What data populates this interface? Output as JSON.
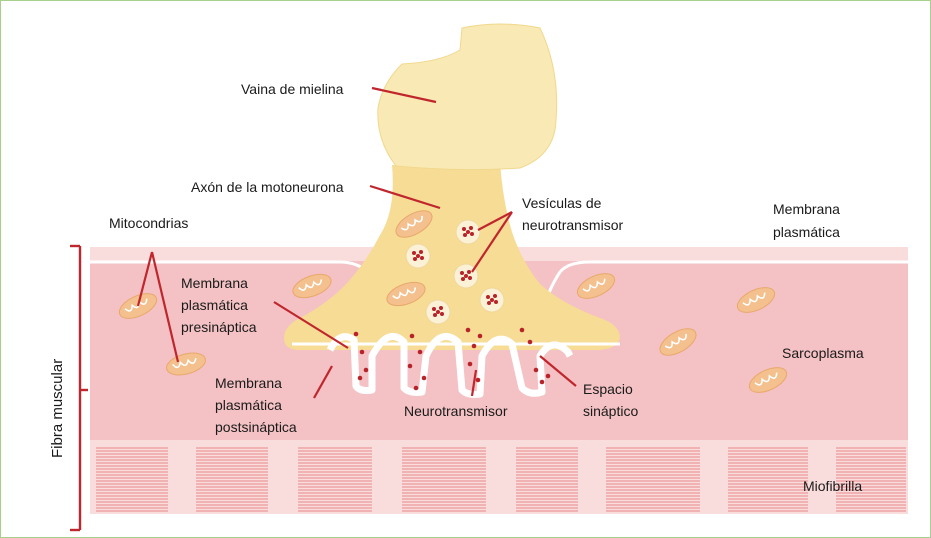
{
  "colors": {
    "frame_border": "#a8d08d",
    "myelin_fill": "#f9e9b4",
    "axon_fill": "#f7dc95",
    "muscle_fill": "#f4c2c4",
    "muscle_band": "#f9dcdc",
    "membrane": "#ffffff",
    "myofibril_line": "#e9888c",
    "leader_line": "#c0262d",
    "vesicle_dot": "#b8232a",
    "mitochondria": "#f3c08e"
  },
  "labels": {
    "myelin": "Vaina de mielina",
    "axon": "Axón de la motoneurona",
    "vesicles_1": "Vesículas de",
    "vesicles_2": "neurotransmisor",
    "plasma_membrane_1": "Membrana",
    "plasma_membrane_2": "plasmática",
    "mitochondria": "Mitocondrias",
    "presynaptic_1": "Membrana",
    "presynaptic_2": "plasmática",
    "presynaptic_3": "presináptica",
    "postsynaptic_1": "Membrana",
    "postsynaptic_2": "plasmática",
    "postsynaptic_3": "postsináptica",
    "neurotransmitter": "Neurotransmisor",
    "synaptic_cleft_1": "Espacio",
    "synaptic_cleft_2": "sináptico",
    "sarcoplasm": "Sarcoplasma",
    "myofibril": "Miofibrilla",
    "muscle_fiber": "Fibra muscular"
  },
  "icons": {
    "mitochondrion": "mitochondrion-icon",
    "vesicle": "vesicle-icon"
  }
}
